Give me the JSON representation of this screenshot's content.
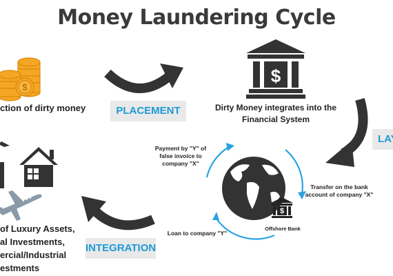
{
  "title": "Money Laundering Cycle",
  "labels": {
    "dirty_money": "ction of dirty money",
    "financial_system_line1": "Dirty Money integrates into the",
    "financial_system_line2": "Financial System",
    "payment_line1": "Payment by \"Y\" of",
    "payment_line2": "false invoice to",
    "payment_line3": "company \"X\"",
    "transfer_line1": "Transfer on the bank",
    "transfer_line2": "account of company \"X\"",
    "loan": "Loan to company \"Y\"",
    "offshore_bank": "Offshore Bank",
    "assets_line1": "of Luxury Assets,",
    "assets_line2": "al Investments,",
    "assets_line3": "ercial/Industrial",
    "assets_line4": "estments"
  },
  "stages": {
    "placement": "PLACEMENT",
    "layering": "LAY",
    "integration": "INTEGRATION"
  },
  "colors": {
    "title": "#3a3a3a",
    "stage_text": "#1e9ad6",
    "stage_bg": "#e9e9e9",
    "arrow": "#333333",
    "cycle_arrow": "#29a3e0",
    "coin": "#f5a623"
  },
  "icons": {
    "coins": "coins-icon",
    "bank": "bank-icon",
    "globe": "globe-icon",
    "house": "house-icon",
    "airplane": "airplane-icon",
    "offshore_bank": "offshore-bank-icon"
  }
}
